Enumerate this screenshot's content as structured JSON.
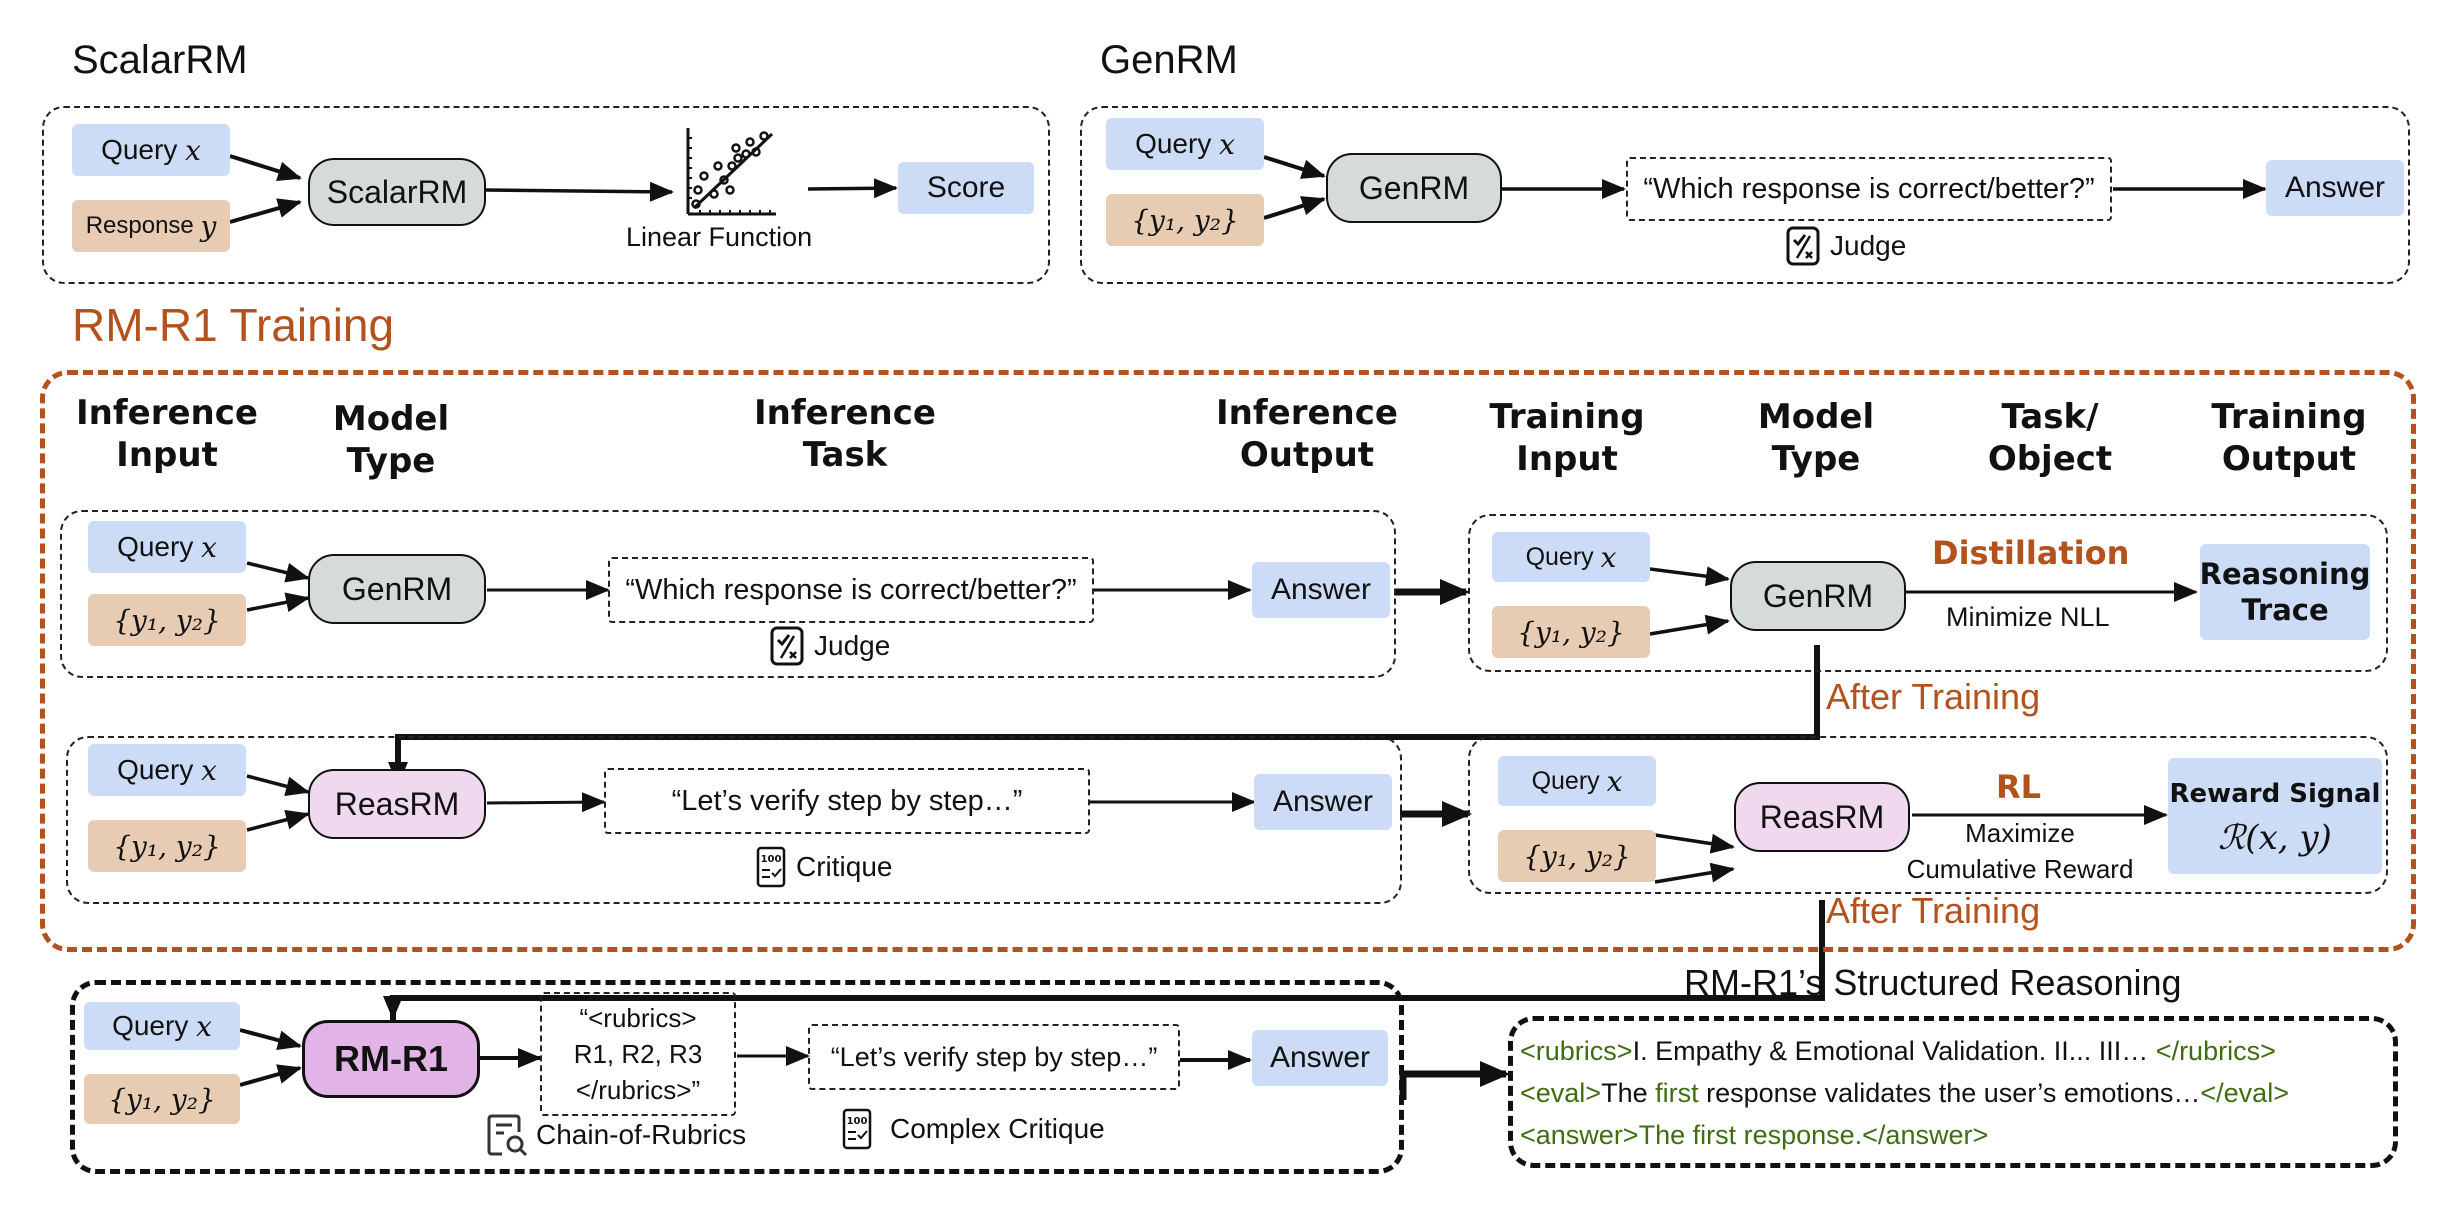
{
  "scalar": {
    "title": "ScalarRM",
    "query_label": "Query",
    "query_var": "x",
    "response_label": "Response",
    "response_var": "y",
    "model": "ScalarRM",
    "function_label": "Linear Function",
    "output": "Score"
  },
  "genrm": {
    "title": "GenRM",
    "query_label": "Query",
    "query_var": "x",
    "pair": "{y₁, y₂}",
    "model": "GenRM",
    "prompt": "“Which response is correct/better?”",
    "task_label": "Judge",
    "output": "Answer"
  },
  "training": {
    "title": "RM-R1 Training",
    "headers": [
      {
        "line1": "Inference",
        "line2": "Input"
      },
      {
        "line1": "Model",
        "line2": "Type"
      },
      {
        "line1": "Inference",
        "line2": "Task"
      },
      {
        "line1": "Inference",
        "line2": "Output"
      },
      {
        "line1": "Training",
        "line2": "Input"
      },
      {
        "line1": "Model",
        "line2": "Type"
      },
      {
        "line1": "Task/",
        "line2": "Object"
      },
      {
        "line1": "Training",
        "line2": "Output"
      }
    ],
    "row1": {
      "inference": {
        "query_label": "Query",
        "query_var": "x",
        "pair": "{y₁, y₂}",
        "model": "GenRM",
        "prompt": "“Which response is correct/better?”",
        "task_label": "Judge",
        "output": "Answer"
      },
      "training": {
        "query_label": "Query",
        "query_var": "x",
        "pair": "{y₁, y₂}",
        "model": "GenRM",
        "method": "Distillation",
        "objective": "Minimize NLL",
        "output_line1": "Reasoning",
        "output_line2": "Trace"
      },
      "after": "After Training"
    },
    "row2": {
      "inference": {
        "query_label": "Query",
        "query_var": "x",
        "pair": "{y₁, y₂}",
        "model": "ReasRM",
        "prompt": "“Let’s verify step by step…”",
        "task_label": "Critique",
        "output": "Answer"
      },
      "training": {
        "query_label": "Query",
        "query_var": "x",
        "pair": "{y₁, y₂}",
        "model": "ReasRM",
        "method": "RL",
        "objective_line1": "Maximize",
        "objective_line2": "Cumulative Reward",
        "output_line1": "Reward Signal",
        "output_formula": "ℛ(x, y)"
      },
      "after": "After Training"
    }
  },
  "final": {
    "query_label": "Query",
    "query_var": "x",
    "pair": "{y₁, y₂}",
    "model": "RM-R1",
    "rubrics_line1": "“<rubrics>",
    "rubrics_line2": "R1, R2, R3",
    "rubrics_line3": "</rubrics>”",
    "rubrics_label": "Chain-of-Rubrics",
    "prompt": "“Let’s verify step by step…”",
    "critique_label": "Complex Critique",
    "output": "Answer"
  },
  "structured": {
    "title": "RM-R1’s Structured Reasoning",
    "line1": {
      "open": "<rubrics>",
      "text": "I. Empathy & Emotional Validation.  II...  III… ",
      "close": "</rubrics>"
    },
    "line2": {
      "open": "<eval>",
      "text_a": "The ",
      "highlight": "first",
      "text_b": " response validates the user’s emotions…",
      "close": "</eval>"
    },
    "line3": {
      "full": "<answer>The first response.</answer>"
    }
  },
  "colors": {
    "accent_orange": "#b4521d",
    "query_blue": "#ccdcf6",
    "response_tan": "#e7ccb3",
    "genrm_gray": "#d5dcd8",
    "reasrm_pink": "#f0d9ef",
    "rmr1_violet": "#e2b3e7",
    "tag_green": "#3f6e12"
  }
}
